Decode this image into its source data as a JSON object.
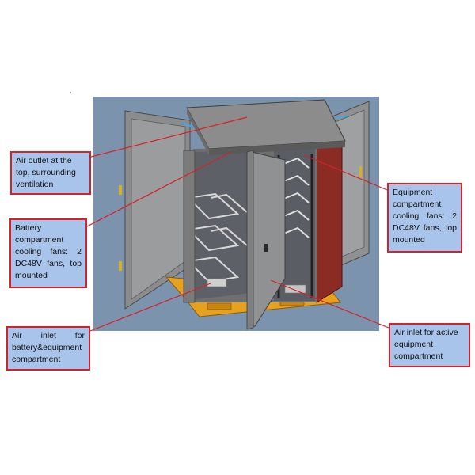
{
  "callouts": {
    "air_outlet": "Air outlet at the top, surrounding ventilation",
    "battery_fans": "Battery compartment cooling fans: 2 DC48V fans, top mounted",
    "air_inlet_battery": "Air inlet for battery&equipment compartment",
    "equipment_fans": "Equipment compartment cooling fans: 2 DC48V fans, top mounted",
    "air_inlet_active": "Air inlet for active equipment compartment"
  },
  "colors": {
    "callout_fill": "#a9c4ea",
    "callout_border": "#d8202a",
    "leader_line": "#d8202a",
    "background_panel": "#7b93ad",
    "cabinet_body": "#8e8e8e",
    "side_panel": "#8b2b24",
    "base_frame": "#e6a21e"
  }
}
